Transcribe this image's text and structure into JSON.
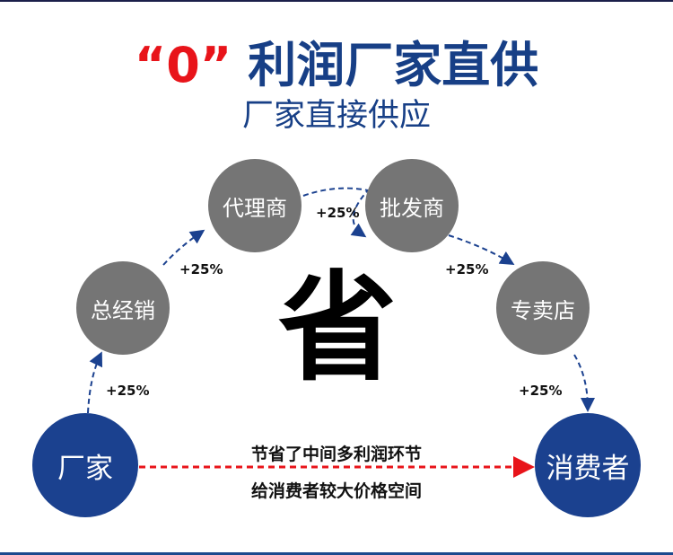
{
  "header": {
    "title_highlight": "“0”",
    "title_main": "利润厂家直供",
    "subtitle": "厂家直接供应"
  },
  "center_char": "省",
  "nodes": {
    "factory": "厂家",
    "distributor": "总经销",
    "agent": "代理商",
    "wholesaler": "批发商",
    "store": "专卖店",
    "consumer": "消费者"
  },
  "markup": "+25%",
  "notes": {
    "line1": "节省了中间多利润环节",
    "line2": "给消费者较大价格空间"
  },
  "colors": {
    "title": "#173f86",
    "highlight": "#e8141a",
    "gray_node": "#757575",
    "blue_node": "#1b418f"
  }
}
